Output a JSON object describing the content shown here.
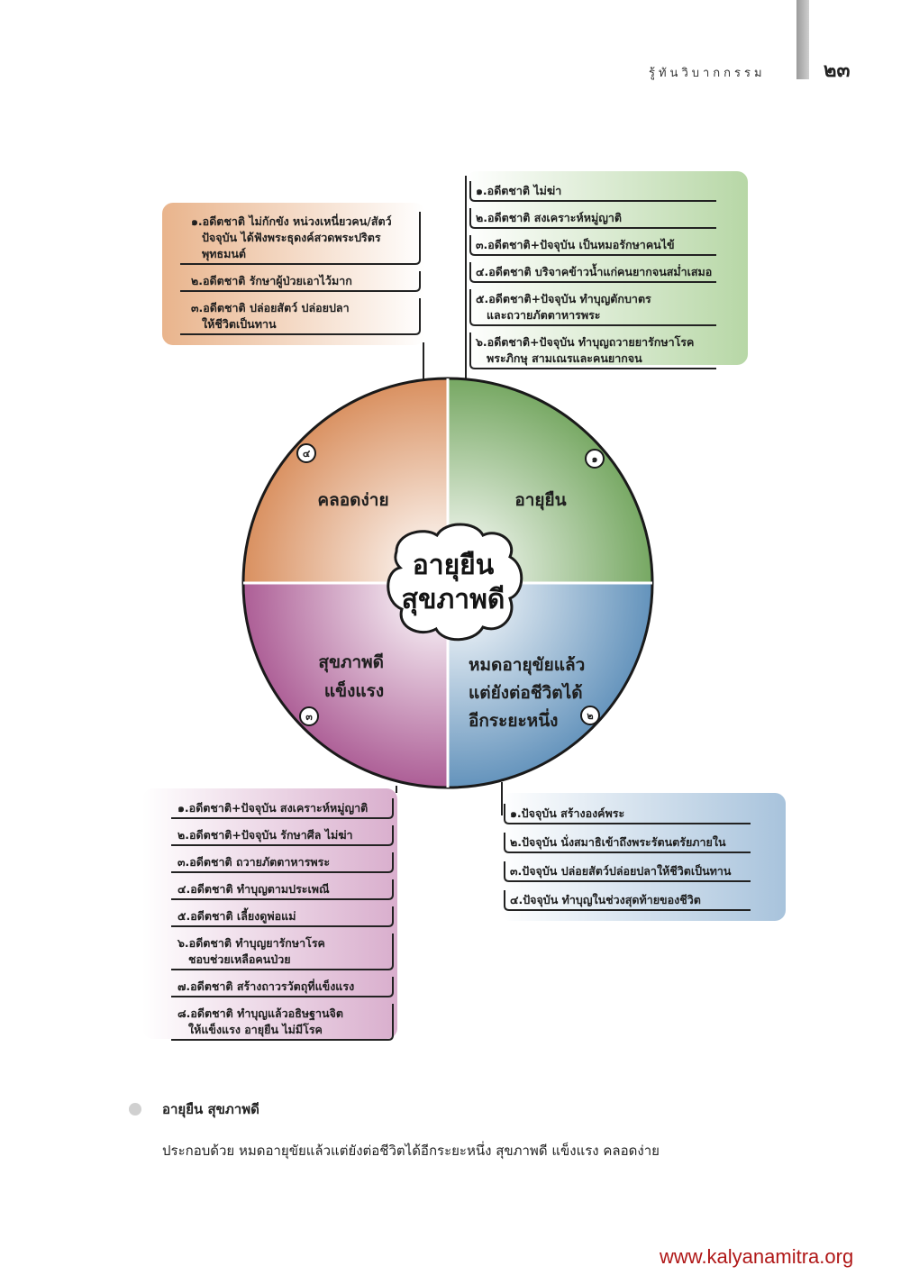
{
  "header": {
    "book_title": "รู้ทันวิบากกรรม",
    "page_number": "๒๓"
  },
  "diagram": {
    "center": {
      "line1": "อายุยืน",
      "line2": "สุขภาพดี"
    },
    "quadrants": {
      "q1": {
        "number": "๑",
        "label_lines": [
          "อายุยืน"
        ],
        "color": "#6fa35a"
      },
      "q2": {
        "number": "๒",
        "label_lines": [
          "หมดอายุขัยแล้ว",
          "แต่ยังต่อชีวิตได้",
          "อีกระยะหนึ่ง"
        ],
        "color": "#5b8db8"
      },
      "q3": {
        "number": "๓",
        "label_lines": [
          "สุขภาพดี",
          "แข็งแรง"
        ],
        "color": "#a85590"
      },
      "q4": {
        "number": "๔",
        "label_lines": [
          "คลอดง่าย"
        ],
        "color": "#d78a57"
      }
    },
    "boxes": {
      "q1_causes": [
        [
          "๑.อดีตชาติ ไม่ฆ่า"
        ],
        [
          "๒.อดีตชาติ สงเคราะห์หมู่ญาติ"
        ],
        [
          "๓.อดีตชาติ+ปัจจุบัน เป็นหมอรักษาคนไข้"
        ],
        [
          "๔.อดีตชาติ บริจาคข้าวน้ำแก่คนยากจนสม่ำเสมอ"
        ],
        [
          "๕.อดีตชาติ+ปัจจุบัน ทำบุญตักบาตร",
          "และถวายภัตตาหารพระ"
        ],
        [
          "๖.อดีตชาติ+ปัจจุบัน ทำบุญถวายยารักษาโรค",
          "พระภิกษุ สามเณรและคนยากจน"
        ]
      ],
      "q2_causes": [
        [
          "๑.ปัจจุบัน สร้างองค์พระ"
        ],
        [
          "๒.ปัจจุบัน นั่งสมาธิเข้าถึงพระรัตนตรัยภายใน"
        ],
        [
          "๓.ปัจจุบัน ปล่อยสัตว์ปล่อยปลาให้ชีวิตเป็นทาน"
        ],
        [
          "๔.ปัจจุบัน ทำบุญในช่วงสุดท้ายของชีวิต"
        ]
      ],
      "q3_causes": [
        [
          "๑.อดีตชาติ+ปัจจุบัน สงเคราะห์หมู่ญาติ"
        ],
        [
          "๒.อดีตชาติ+ปัจจุบัน รักษาศีล ไม่ฆ่า"
        ],
        [
          "๓.อดีตชาติ ถวายภัตตาหารพระ"
        ],
        [
          "๔.อดีตชาติ ทำบุญตามประเพณี"
        ],
        [
          "๕.อดีตชาติ เลี้ยงดูพ่อแม่"
        ],
        [
          "๖.อดีตชาติ ทำบุญยารักษาโรค",
          "ชอบช่วยเหลือคนป่วย"
        ],
        [
          "๗.อดีตชาติ สร้างถาวรวัตถุที่แข็งแรง"
        ],
        [
          "๘.อดีตชาติ ทำบุญแล้วอธิษฐานจิต",
          "ให้แข็งแรง อายุยืน ไม่มีโรค"
        ]
      ],
      "q4_causes": [
        [
          "๑.อดีตชาติ ไม่กักขัง หน่วงเหนี่ยวคน/สัตว์",
          "ปัจจุบัน ได้ฟังพระธุดงค์สวดพระปริตร",
          "พุทธมนต์"
        ],
        [
          "๒.อดีตชาติ รักษาผู้ป่วยเอาไว้มาก"
        ],
        [
          "๓.อดีตชาติ ปล่อยสัตว์ ปล่อยปลา",
          "ให้ชีวิตเป็นทาน"
        ]
      ]
    },
    "box_colors": {
      "q1": "#cfe3c2",
      "q2": "#bfd3e3",
      "q3": "#e4c5dc",
      "q4": "#f2cfb2"
    }
  },
  "caption": {
    "heading": "อายุยืน สุขภาพดี",
    "body": "ประกอบด้วย หมดอายุขัยแล้วแต่ยังต่อชีวิตได้อีกระยะหนึ่ง สุขภาพดี แข็งแรง คลอดง่าย"
  },
  "footer": {
    "url": "www.kalyanamitra.org"
  }
}
